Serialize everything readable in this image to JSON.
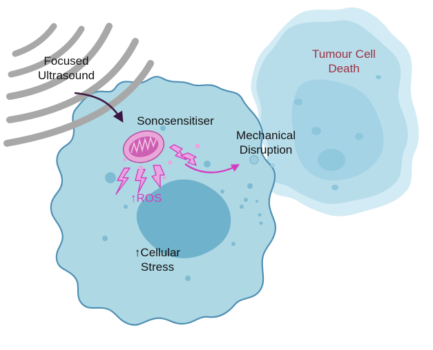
{
  "labels": {
    "focused_ultrasound_line1": "Focused",
    "focused_ultrasound_line2": "Ultrasound",
    "sonosensitiser": "Sonosensitiser",
    "mechanical_line1": "Mechanical",
    "mechanical_line2": "Disruption",
    "tumour_line1": "Tumour Cell",
    "tumour_line2": "Death",
    "ros": "↑ROS",
    "stress_line1": "↑Cellular",
    "stress_line2": "Stress"
  },
  "colors": {
    "cell_fill": "#aed8e4",
    "cell_outline": "#4f8fb4",
    "nucleus": "#6fb2cb",
    "dying_cell": "#a9d6e6",
    "ultrasound_waves": "#a8a8a8",
    "ros": "#d23ec2",
    "mitochondrion": "#cc5fb2",
    "tumour_text": "#9c2f40",
    "arrow_dark": "#3a1540"
  }
}
